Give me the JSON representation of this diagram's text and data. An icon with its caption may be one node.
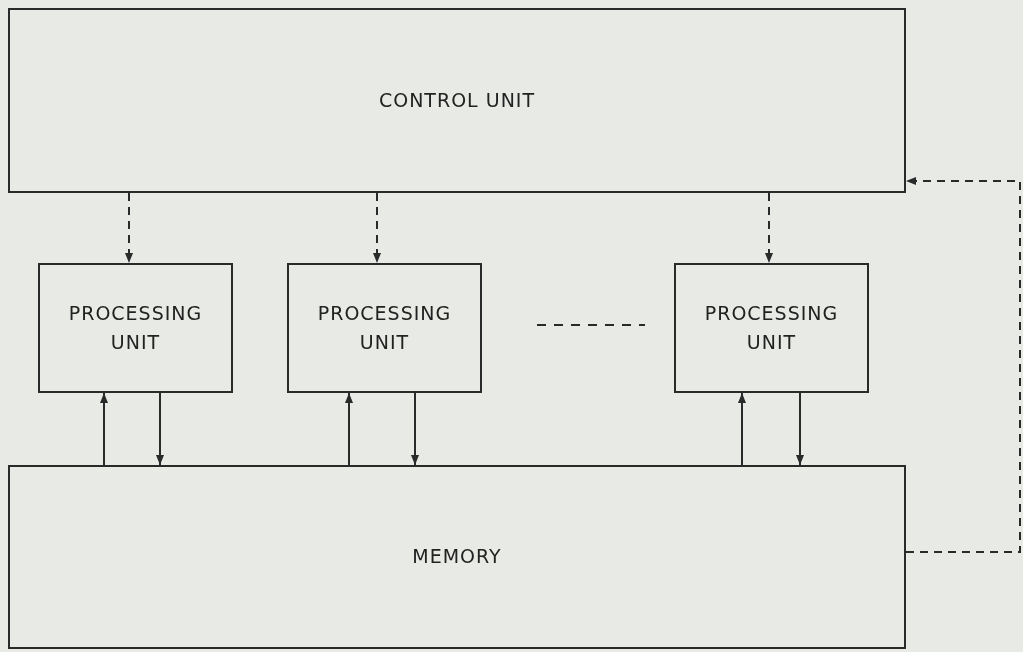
{
  "diagram": {
    "nodes": [
      {
        "text": [
          "CONTROL UNIT"
        ]
      },
      {
        "text": [
          "PROCESSING UNIT"
        ]
      },
      {
        "text": [
          "PROCESSING UNIT"
        ]
      },
      {
        "text": [
          "PROCESSING UNIT"
        ]
      },
      {
        "text": [
          "MEMORY"
        ]
      }
    ],
    "edges": [
      {
        "from": 0,
        "to": 1,
        "arrow": "to",
        "style": "dashed"
      },
      {
        "from": 0,
        "to": 2,
        "arrow": "to",
        "style": "dashed"
      },
      {
        "from": 0,
        "to": 3,
        "arrow": "to",
        "style": "dashed"
      },
      {
        "from": 4,
        "to": 1,
        "arrow": "to"
      },
      {
        "from": 1,
        "to": 4,
        "arrow": "to"
      },
      {
        "from": 4,
        "to": 2,
        "arrow": "to"
      },
      {
        "from": 2,
        "to": 4,
        "arrow": "to"
      },
      {
        "from": 4,
        "to": 3,
        "arrow": "to"
      },
      {
        "from": 3,
        "to": 4,
        "arrow": "to"
      },
      {
        "from": 4,
        "to": 0,
        "arrow": "to",
        "style": "dashed"
      }
    ]
  }
}
